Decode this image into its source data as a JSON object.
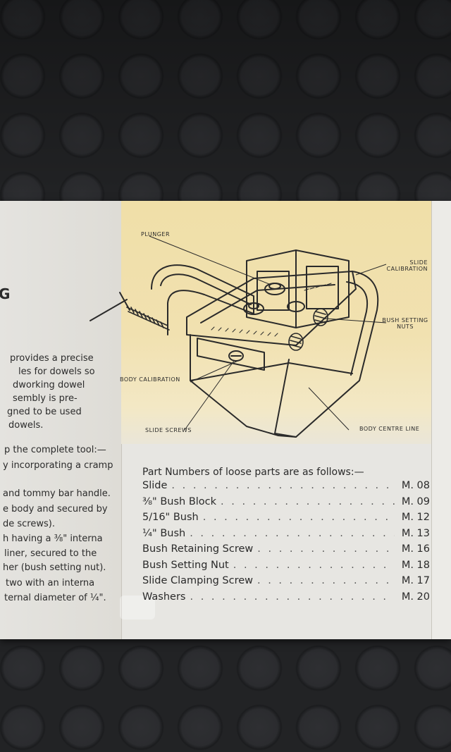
{
  "callouts": {
    "plunger": "PLUNGER",
    "slide_calibration": "SLIDE CALIBRATION",
    "bush_setting_nuts": "BUSH SETTING NUTS",
    "body_calibration": "BODY CALIBRATION",
    "slide_screws": "SLIDE SCREWS",
    "body_centre_line": "BODY CENTRE LINE"
  },
  "left_column": {
    "heading_fragment": "G",
    "lines": [
      " provides a precise",
      "les for dowels so",
      "dworking dowel",
      "sembly  is  pre-",
      "gned to be used",
      "dowels.",
      "p the complete tool:—",
      "y incorporating a cramp",
      "and tommy bar handle.",
      "e body and secured by",
      "de screws).",
      "h having a ⅜\" interna",
      "liner, secured to the",
      "her (bush setting nut).",
      "two with an interna",
      "ternal diameter of ¼\"."
    ]
  },
  "parts_list": {
    "heading": "Part Numbers of loose parts are as follows:—",
    "items": [
      {
        "name": "Slide",
        "number": "M. 08"
      },
      {
        "name": "⅜\" Bush Block",
        "number": "M. 09"
      },
      {
        "name": "5/16\" Bush",
        "number": "M. 12"
      },
      {
        "name": "¼\" Bush",
        "number": "M. 13"
      },
      {
        "name": "Bush Retaining Screw",
        "number": "M. 16"
      },
      {
        "name": "Bush Setting Nut",
        "number": "M. 18"
      },
      {
        "name": "Slide Clamping Screw",
        "number": "M. 17"
      },
      {
        "name": "Washers",
        "number": "M. 20"
      }
    ]
  },
  "colors": {
    "paper": "#e7e6e2",
    "yellow_panel": "#f0dfa8",
    "ink": "#2a2a2a",
    "mat": "#222325"
  }
}
